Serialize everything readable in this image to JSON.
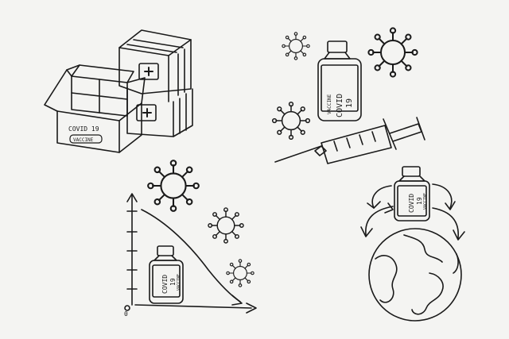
{
  "background_color": "#f4f4f2",
  "ink_color": "#1a1a1a",
  "box_label": {
    "line1": "COVID 19",
    "line2": "VACCINE"
  },
  "vial_label": {
    "line1": "COVID",
    "line2": "19",
    "line3": "VACCINE"
  },
  "graph_axis_zero": "0"
}
